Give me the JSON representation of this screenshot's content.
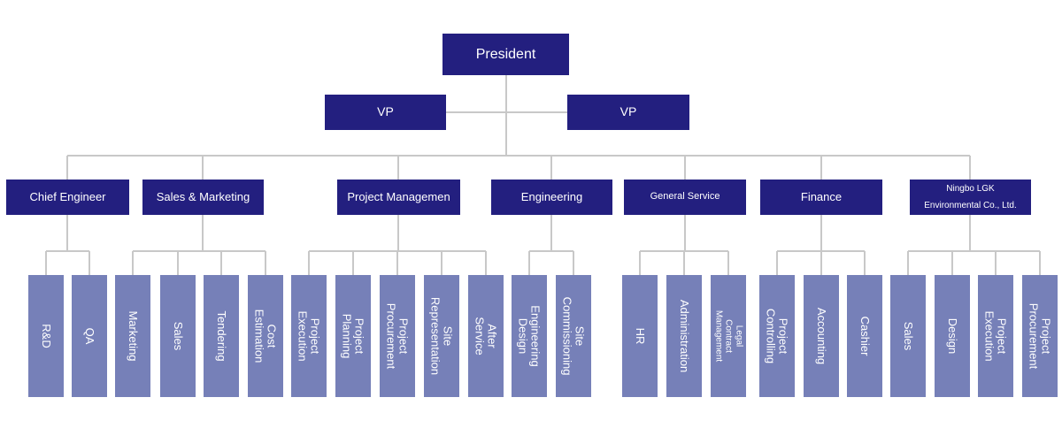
{
  "president": "President",
  "vps": [
    "VP",
    "VP"
  ],
  "departments": [
    {
      "name": "Chief Engineer",
      "units": [
        "R&D",
        "QA"
      ]
    },
    {
      "name": "Sales & Marketing",
      "units": [
        "Marketing",
        "Sales",
        "Tendering",
        "Cost Estimation"
      ]
    },
    {
      "name": "Project Managemen",
      "units": [
        "Project Execution",
        "Project  Planning",
        "Project Procurement",
        "Site Representation",
        "After Service"
      ]
    },
    {
      "name": "Engineering",
      "units": [
        "Engineering Design",
        "Site Commissioning"
      ]
    },
    {
      "name": "General Service",
      "units": [
        "HR",
        "Administration",
        "Legal\nContract Management"
      ]
    },
    {
      "name": "Finance",
      "units": [
        "Project Controlling",
        "Accounting",
        "Cashier"
      ]
    },
    {
      "name": "Ningbo  LGK\nEnvironmental Co., Ltd.",
      "units": [
        "Sales",
        "Design",
        "Project Execution",
        "Project Procurement"
      ]
    }
  ],
  "colors": {
    "top": "#231f7f",
    "unit": "#7680b8",
    "connector": "#c8c8c8"
  }
}
